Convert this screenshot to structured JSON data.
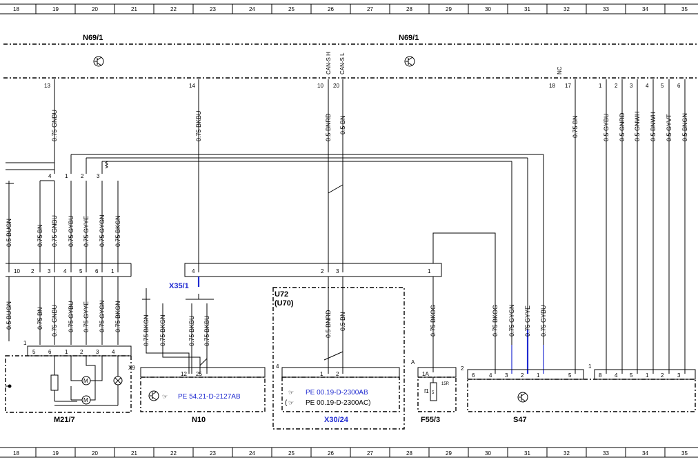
{
  "grid": {
    "columns": [
      "18",
      "19",
      "20",
      "21",
      "22",
      "23",
      "24",
      "25",
      "26",
      "27",
      "28",
      "29",
      "30",
      "31",
      "32",
      "33",
      "34",
      "35"
    ]
  },
  "modules": {
    "n69_left": "N69/1",
    "n69_right": "N69/1",
    "can_h": "CAN-S H",
    "can_l": "CAN-S L",
    "nc": "NC"
  },
  "top_pins": {
    "p13": "13",
    "p14": "14",
    "p10": "10",
    "p20": "20",
    "p18": "18",
    "p17": "17",
    "p1": "1",
    "p2": "2",
    "p3": "3",
    "p4": "4",
    "p5": "5",
    "p6": "6"
  },
  "wires_upper": {
    "w13": "0.75 GNBU",
    "w14": "0.75 BKBU",
    "w10": "0.5 BNRD",
    "w20": "0.5 BN",
    "w17": "0.75 BN",
    "w1": "0.5 GYBU",
    "w2": "0.5 GNRD",
    "w3": "0.5 GNWH",
    "w4": "0.5 BNWH",
    "w5": "0.5 GYVT",
    "w6": "0.5 BNGN"
  },
  "connector_mid_pins": {
    "p4": "4",
    "p1": "1",
    "p2": "2",
    "p3": "3"
  },
  "wires_mid": {
    "bugn": "0.5 BUGN",
    "bn": "0.75 BN",
    "gnbu": "0.75 GNBU",
    "gybu": "0.75 GYBU",
    "gyye": "0.75 GYYE",
    "gygn": "0.75 GYGN",
    "bkgn": "0.75 BKGN"
  },
  "connector_row_pins": {
    "p10": "10",
    "p2": "2",
    "p3": "3",
    "p4": "4",
    "p5": "5",
    "p6": "6",
    "p1": "1",
    "x35_4": "4",
    "x35_2": "2",
    "x35_3": "3",
    "x35_1": "1"
  },
  "x35_label": "X35/1",
  "u72": {
    "line1": "U72",
    "line2": "(U70)"
  },
  "wires_lower": {
    "bugn": "0.5 BUGN",
    "bn": "0.75 BN",
    "gnbu": "0.75 GNBU",
    "gybu": "0.75 GYBU",
    "gyye": "0.75 GYYE",
    "gygn": "0.75 GYGN",
    "bkgn": "0.75 BKGN",
    "bkgn1": "0.75 BKGN",
    "bkgn2": "0.75 BKGN",
    "bkbu1": "0.75 BKBU",
    "bkbu2": "0.75 BKBU",
    "bnrd": "0.5 BNRD",
    "bn05": "0.5 BN",
    "bkog": "0.75 BKOG",
    "s_bkog": "0.75 BKOG",
    "s_gygn": "0.75 GYGN",
    "s_gyye": "0.75 GYYE",
    "s_gybu": "0.75 GYBU"
  },
  "m21": {
    "name": "M21/7",
    "num": "1",
    "pins": {
      "p5": "5",
      "p6": "6",
      "p1": "1",
      "p2": "2",
      "p3": "3",
      "p4": "4"
    },
    "motor": "M"
  },
  "n10": {
    "name": "N10",
    "x9": "X9",
    "pin12": "12",
    "pin25": "25",
    "ref": "PE 54.21-D-2127AB"
  },
  "x30": {
    "name": "X30/24",
    "num": "4",
    "pin1": "1",
    "pin2": "2",
    "ref1": "PE 00.19-D-2300AB",
    "ref2": "PE 00.19-D-2300AC)",
    "paren": "("
  },
  "f55": {
    "name": "F55/3",
    "a": "A",
    "a1": "1A",
    "fuse": "15R",
    "f1": "f1",
    "val": "5"
  },
  "s47": {
    "name": "S47",
    "num": "2",
    "pins": {
      "p6": "6",
      "p4": "4",
      "p3": "3",
      "p2": "2",
      "p1": "1",
      "p5": "5"
    }
  },
  "right_conn": {
    "num": "1",
    "pins": {
      "p8": "8",
      "p4": "4",
      "p5": "5",
      "p1": "1",
      "p2": "2",
      "p3": "3"
    }
  },
  "colors": {
    "blue": "#1f2ad0",
    "black": "#000000"
  }
}
